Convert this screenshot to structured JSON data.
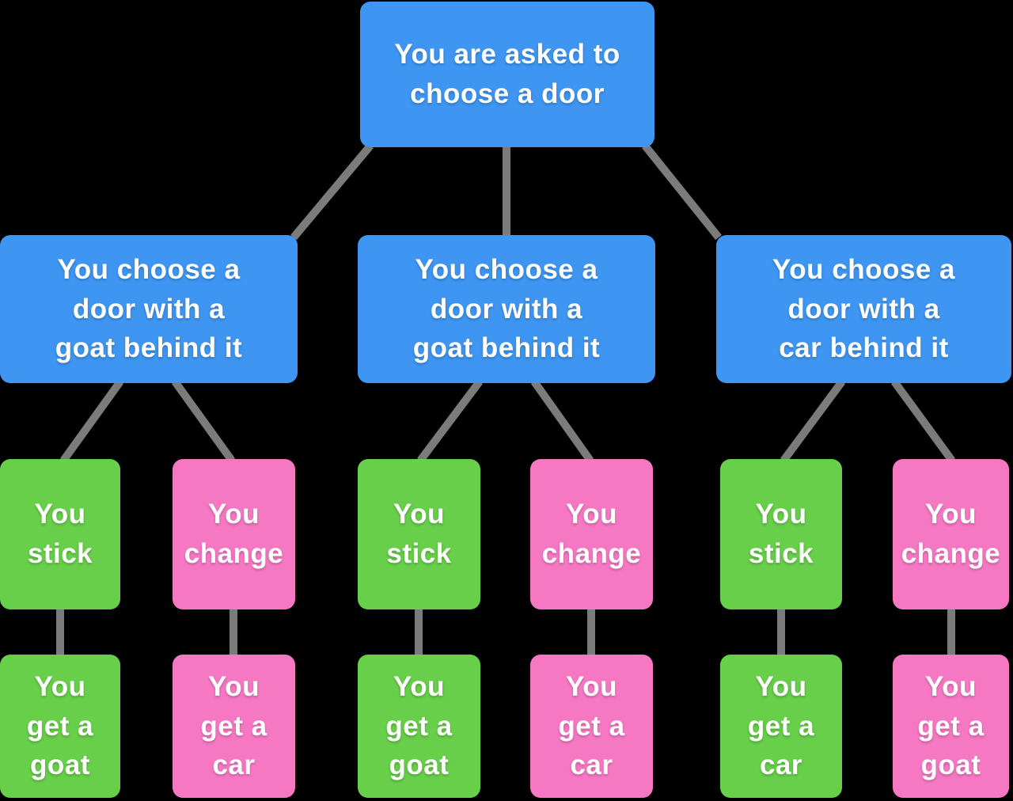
{
  "palette": {
    "background": "#000000",
    "node_blue": "#3e96f2",
    "node_green": "#68cf4a",
    "node_pink": "#f678c3",
    "connector": "#7b7b7b",
    "text": "#ffffff"
  },
  "tree": {
    "root": {
      "label": "You are asked to\nchoose a door",
      "color": "blue"
    },
    "branches": [
      {
        "label": "You choose a\ndoor with a\ngoat behind it",
        "color": "blue",
        "choices": [
          {
            "label": "You\nstick",
            "color": "green",
            "outcome": {
              "label": "You\nget a\ngoat",
              "color": "green"
            }
          },
          {
            "label": "You\nchange",
            "color": "pink",
            "outcome": {
              "label": "You\nget a\ncar",
              "color": "pink"
            }
          }
        ]
      },
      {
        "label": "You choose a\ndoor with a\ngoat behind it",
        "color": "blue",
        "choices": [
          {
            "label": "You\nstick",
            "color": "green",
            "outcome": {
              "label": "You\nget a\ngoat",
              "color": "green"
            }
          },
          {
            "label": "You\nchange",
            "color": "pink",
            "outcome": {
              "label": "You\nget a\ncar",
              "color": "pink"
            }
          }
        ]
      },
      {
        "label": "You choose a\ndoor with a\ncar behind it",
        "color": "blue",
        "choices": [
          {
            "label": "You\nstick",
            "color": "green",
            "outcome": {
              "label": "You\nget a\ncar",
              "color": "green"
            }
          },
          {
            "label": "You\nchange",
            "color": "pink",
            "outcome": {
              "label": "You\nget a\ngoat",
              "color": "pink"
            }
          }
        ]
      }
    ]
  }
}
